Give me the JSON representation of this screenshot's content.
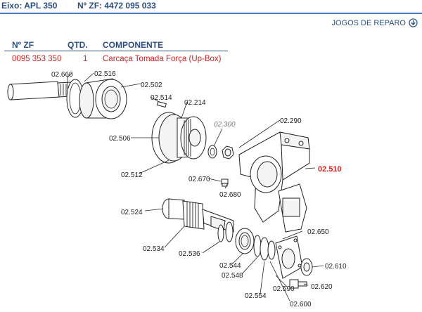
{
  "header": {
    "eixo": "Eixo: APL 350",
    "nzf": "Nº ZF: 4472 095 033"
  },
  "repair_link": {
    "label": "JOGOS DE REPARO",
    "icon": "circle-arrow-down-icon"
  },
  "table": {
    "columns": {
      "nzf": "Nº ZF",
      "qtd": "QTD.",
      "componente": "COMPONENTE"
    },
    "rows": [
      {
        "nzf": "0095 353 350",
        "qtd": "1",
        "componente": "Carcaça Tomada Força (Up-Box)"
      }
    ]
  },
  "diagram": {
    "labels": {
      "p02660": "02.660",
      "p02516": "02.516",
      "p02502": "02.502",
      "p02514": "02.514",
      "p02214": "02.214",
      "p02300": "02.300",
      "p02290": "02.290",
      "p02506": "02.506",
      "p02510": "02.510",
      "p02512": "02.512",
      "p02670": "02.670",
      "p02680": "02.680",
      "p02524": "02.524",
      "p02650": "02.650",
      "p02534": "02.534",
      "p02536": "02.536",
      "p02544": "02.544",
      "p02548": "02.548",
      "p02610": "02.610",
      "p02590": "02.590",
      "p02620": "02.620",
      "p02554": "02.554",
      "p02600": "02.600"
    },
    "highlight_color": "#d11f1f"
  },
  "colors": {
    "header_blue": "#2a4f86",
    "accent_red": "#d11f1f"
  }
}
